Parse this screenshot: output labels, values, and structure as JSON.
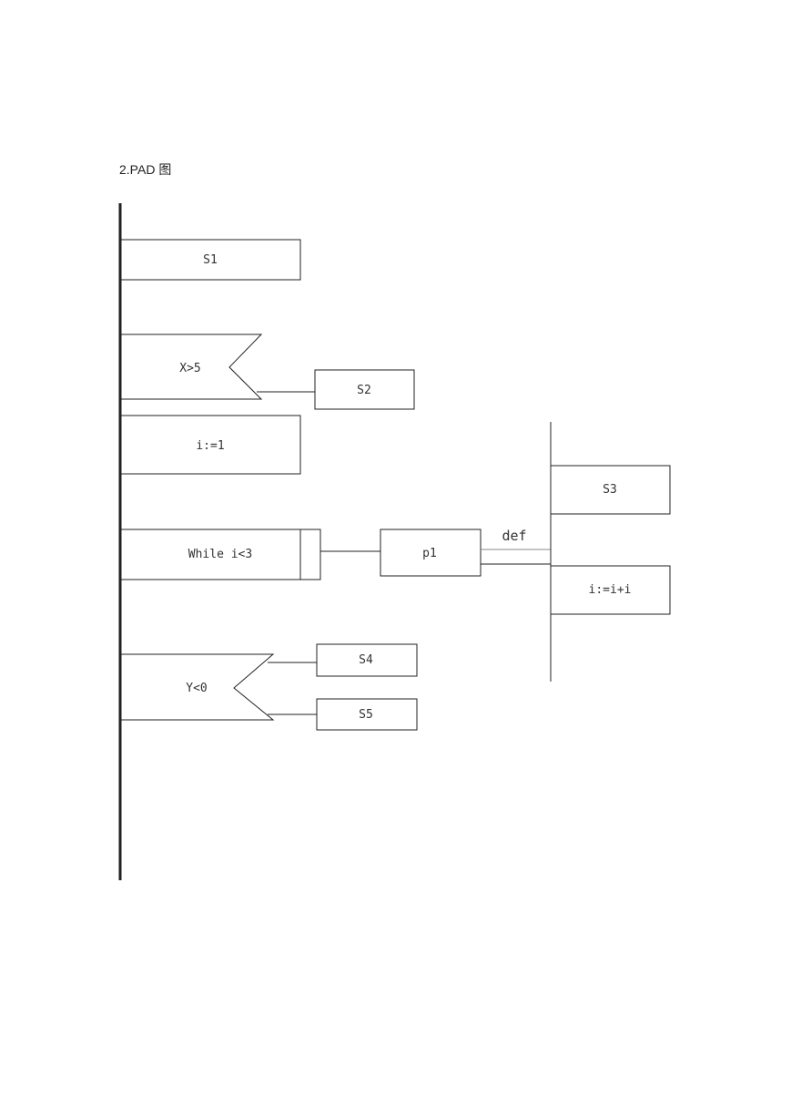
{
  "heading": "2.PAD 图",
  "diagram": {
    "s1": "S1",
    "cond_x": "X>5",
    "s2": "S2",
    "assign_i": "i:=1",
    "while_label": "While i<3",
    "p1": "p1",
    "def_label": "def",
    "s3": "S3",
    "inc_i": "i:=i+i",
    "cond_y": "Y<0",
    "s4": "S4",
    "s5": "S5"
  }
}
